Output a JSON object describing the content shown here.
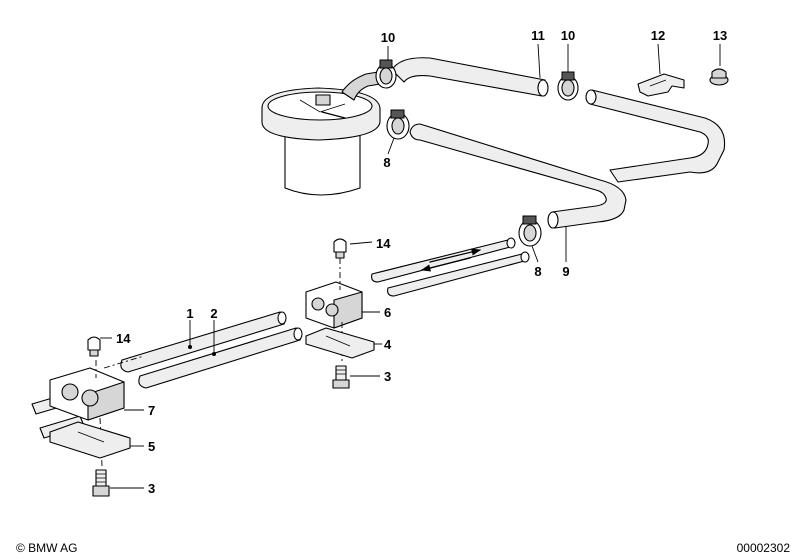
{
  "diagram": {
    "part_numbers": {
      "p1": "1",
      "p2": "2",
      "p3a": "3",
      "p3b": "3",
      "p4": "4",
      "p5": "5",
      "p6": "6",
      "p7": "7",
      "p8a": "8",
      "p8b": "8",
      "p9": "9",
      "p10a": "10",
      "p10b": "10",
      "p11": "11",
      "p12": "12",
      "p13": "13",
      "p14a": "14",
      "p14b": "14"
    },
    "copyright": "© BMW AG",
    "image_number": "00002302"
  }
}
